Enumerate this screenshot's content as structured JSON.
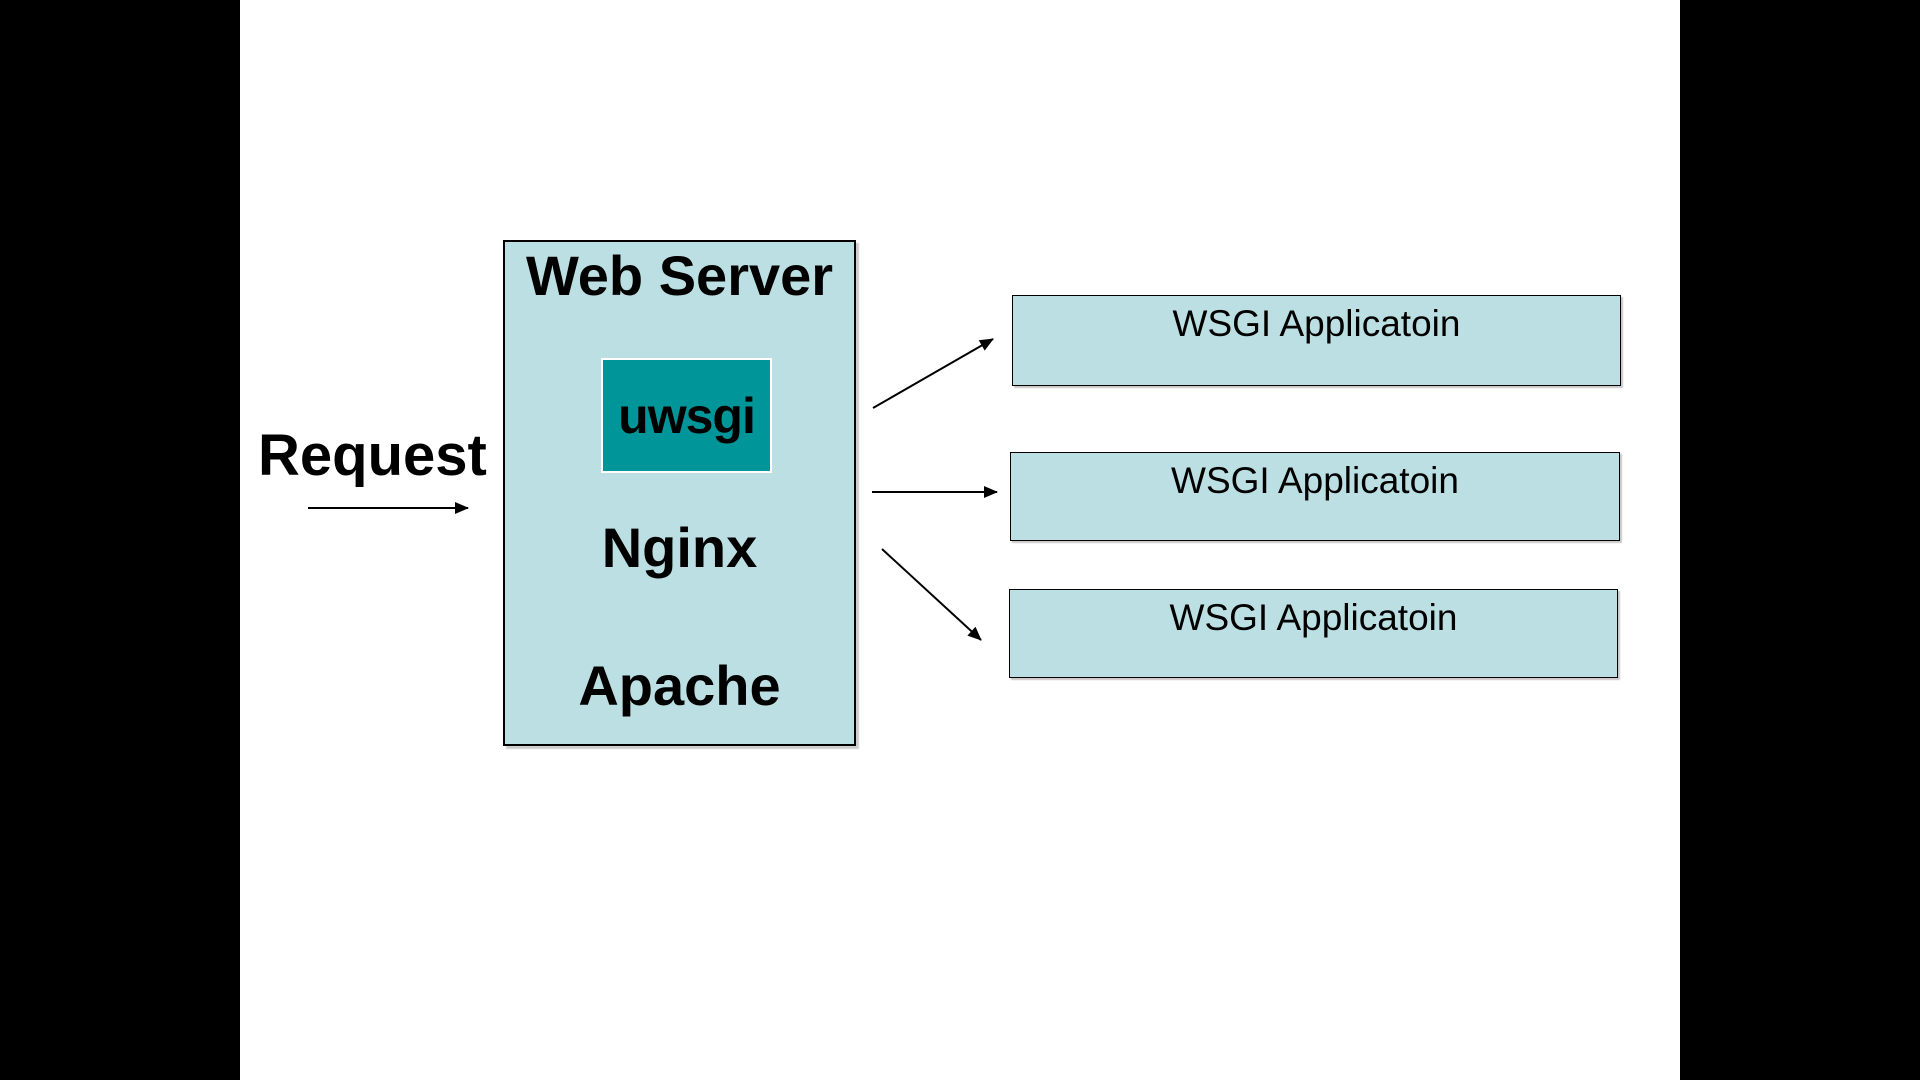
{
  "slide": {
    "request_label": "Request",
    "web_server": {
      "title": "Web Server",
      "uwsgi": "uwsgi",
      "nginx": "Nginx",
      "apache": "Apache"
    },
    "wsgi_apps": [
      "WSGI Applicatoin",
      "WSGI Applicatoin",
      "WSGI Applicatoin"
    ],
    "colors": {
      "background": "#FFFFFF",
      "letterbox": "#000000",
      "box_fill": "#BBDFE2",
      "uwsgi_fill": "#009699",
      "uwsgi_border": "#FFFFFF",
      "box_border": "#000000",
      "text": "#000000",
      "arrow": "#000000"
    }
  }
}
